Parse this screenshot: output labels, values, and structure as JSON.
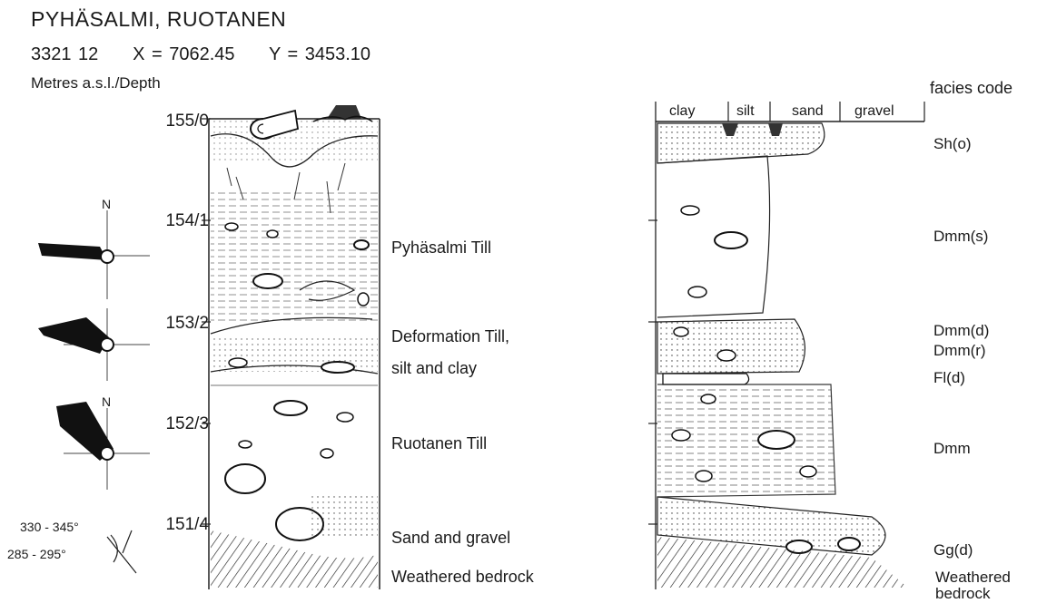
{
  "title": "PYHÄSALMI, RUOTANEN",
  "site": {
    "map_sheet": "3321 12",
    "x": "X = 7062.45",
    "y": "Y = 3453.10"
  },
  "left_column": {
    "axis_label": "Metres a.s.l./Depth"
  },
  "depth_ticks": [
    "155/0",
    "154/1",
    "153/2",
    "152/3",
    "151/4"
  ],
  "units": [
    {
      "label": "Pyhäsalmi Till"
    },
    {
      "label": "Deformation Till,"
    },
    {
      "label": "silt and clay"
    },
    {
      "label": "Ruotanen Till"
    },
    {
      "label": "Sand and gravel"
    },
    {
      "label": "Weathered bedrock"
    }
  ],
  "grain_size_header": [
    "clay",
    "silt",
    "sand",
    "gravel"
  ],
  "facies_header": "facies code",
  "facies": [
    "Sh(o)",
    "Dmm(s)",
    "Dmm(d)",
    "Dmm(r)",
    "Fl(d)",
    "Dmm",
    "Gg(d)",
    "Weathered",
    "bedrock"
  ],
  "fabric_roses": [
    {
      "north": "N"
    },
    {
      "north": "N"
    }
  ],
  "orientation_labels": [
    "330 - 345°",
    "285 - 295°"
  ]
}
